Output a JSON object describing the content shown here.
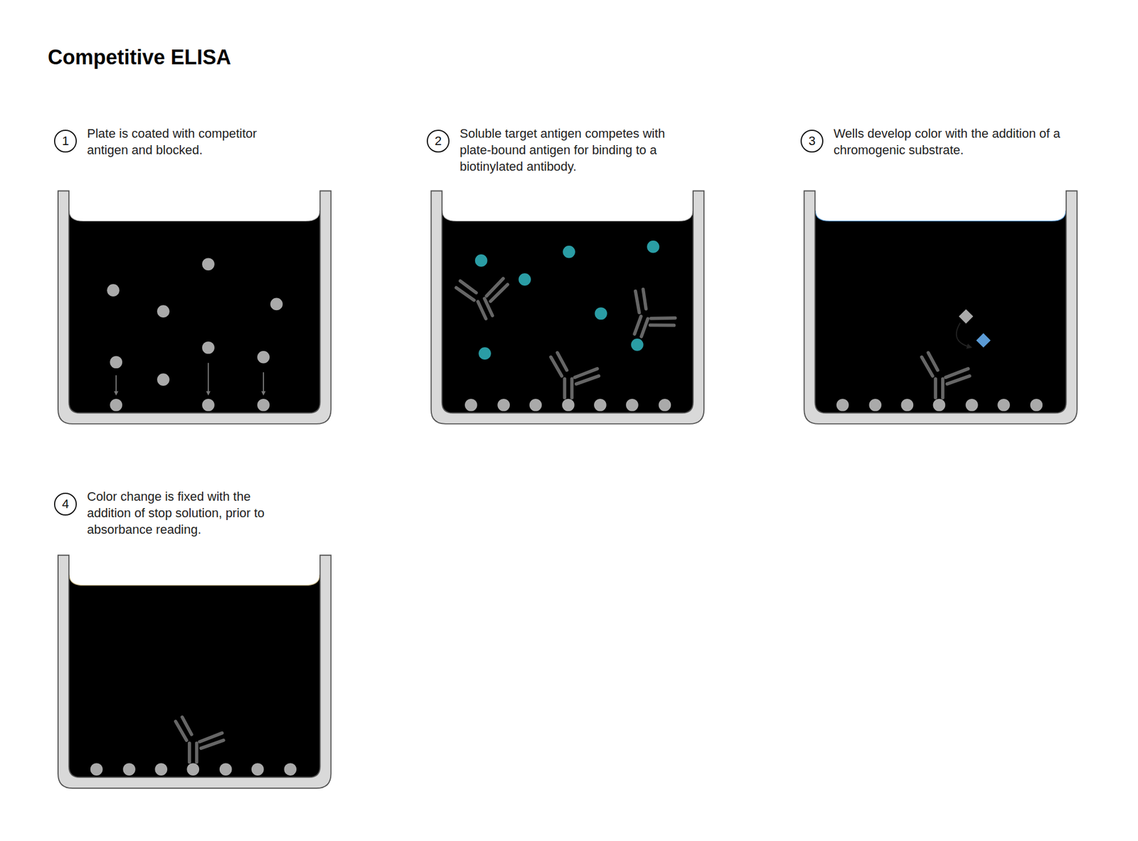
{
  "diagram": {
    "title": "Competitive ELISA",
    "nodes": [
      {
        "text": [
          "1",
          "Plate is coated with competitor antigen and blocked."
        ]
      },
      {
        "text": [
          "2",
          "Soluble target antigen competes with plate-bound antigen for binding to a biotinylated antibody."
        ]
      },
      {
        "text": [
          "3",
          "Wells develop color with the addition of a chromogenic substrate."
        ]
      },
      {
        "text": [
          "4",
          "Color change is fixed with the addition of stop solution, prior to absorbance reading."
        ]
      }
    ]
  }
}
